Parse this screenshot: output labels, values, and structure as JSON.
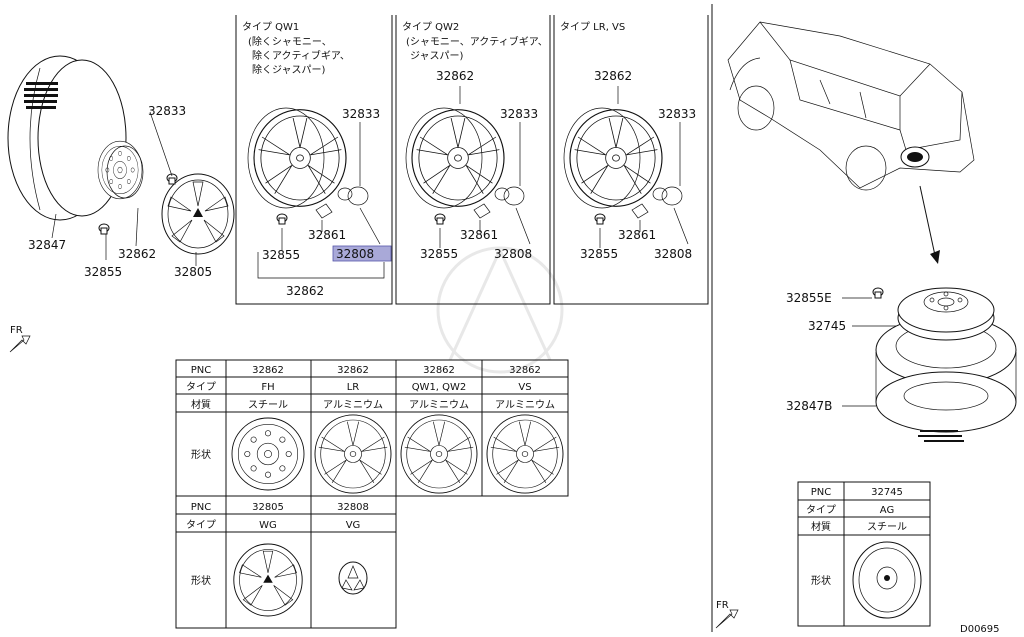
{
  "panels": {
    "qw1": {
      "title": "タイプ QW1",
      "note1": "(除くシャモニー、",
      "note2": "除くアクティブギア、",
      "note3": "除くジャスパー)"
    },
    "qw2": {
      "title": "タイプ QW2",
      "note1": "(シャモニー、アクティブギア、",
      "note2": "ジャスパー)"
    },
    "lrvs": {
      "title": "タイプ LR, VS"
    }
  },
  "callouts": {
    "c32833_a": "32833",
    "c32847": "32847",
    "c32862_a": "32862",
    "c32855_a": "32855",
    "c32805": "32805",
    "c32833_b": "32833",
    "c32861_b": "32861",
    "c32855_b": "32855",
    "c32808_b": "32808",
    "c32862_b": "32862",
    "c32862_c": "32862",
    "c32833_c": "32833",
    "c32861_c": "32861",
    "c32855_c": "32855",
    "c32808_c": "32808",
    "c32862_d": "32862",
    "c32833_d": "32833",
    "c32861_d": "32861",
    "c32855_d": "32855",
    "c32808_d": "32808",
    "c32855E": "32855E",
    "c32745": "32745",
    "c32847B": "32847B"
  },
  "fr_left": "FR",
  "fr_right": "FR",
  "figure_code": "D00695",
  "table_main": {
    "row_labels": {
      "pnc": "PNC",
      "type": "タイプ",
      "material": "材質",
      "shape": "形状"
    },
    "cols": [
      {
        "pnc": "32862",
        "type": "FH",
        "material": "スチール"
      },
      {
        "pnc": "32862",
        "type": "LR",
        "material": "アルミニウム"
      },
      {
        "pnc": "32862",
        "type": "QW1, QW2",
        "material": "アルミニウム"
      },
      {
        "pnc": "32862",
        "type": "VS",
        "material": "アルミニウム"
      }
    ],
    "cols2": [
      {
        "pnc": "32805",
        "type": "WG"
      },
      {
        "pnc": "32808",
        "type": "VG"
      }
    ]
  },
  "table_spare": {
    "pnc_label": "PNC",
    "pnc": "32745",
    "type_label": "タイプ",
    "type": "AG",
    "material_label": "材質",
    "material": "スチール",
    "shape_label": "形状"
  }
}
